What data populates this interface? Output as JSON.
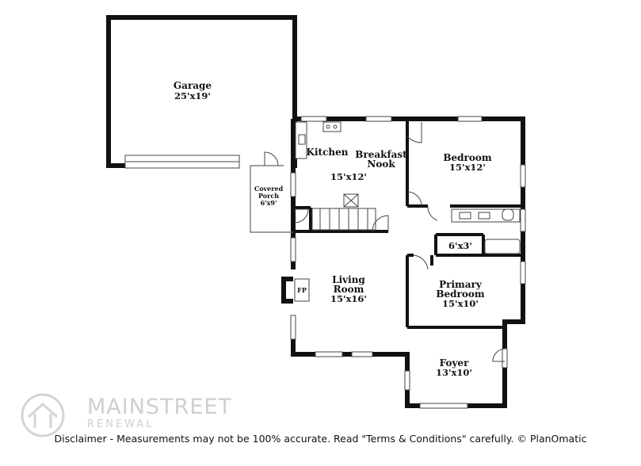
{
  "rooms": {
    "garage": {
      "name": "Garage",
      "dims": "25'x19'"
    },
    "kitchen": {
      "name": "Kitchen"
    },
    "breakfast": {
      "name_line1": "Breakfast",
      "name_line2": "Nook",
      "dims": "15'x12'"
    },
    "bedroom": {
      "name": "Bedroom",
      "dims": "15'x12'"
    },
    "porch": {
      "name_line1": "Covered",
      "name_line2": "Porch",
      "dims": "6'x9'"
    },
    "closet": {
      "dims": "6'x3'"
    },
    "living": {
      "name_line1": "Living",
      "name_line2": "Room",
      "dims": "15'x16'"
    },
    "primary": {
      "name_line1": "Primary",
      "name_line2": "Bedroom",
      "dims": "15'x10'"
    },
    "foyer": {
      "name": "Foyer",
      "dims": "13'x10'"
    },
    "fireplace": {
      "label": "FP"
    }
  },
  "logo": {
    "name": "MAINSTREET",
    "sub": "RENEWAL"
  },
  "disclaimer": "Disclaimer - Measurements may not be 100% accurate. Read \"Terms & Conditions\" carefully. © PlanOmatic"
}
